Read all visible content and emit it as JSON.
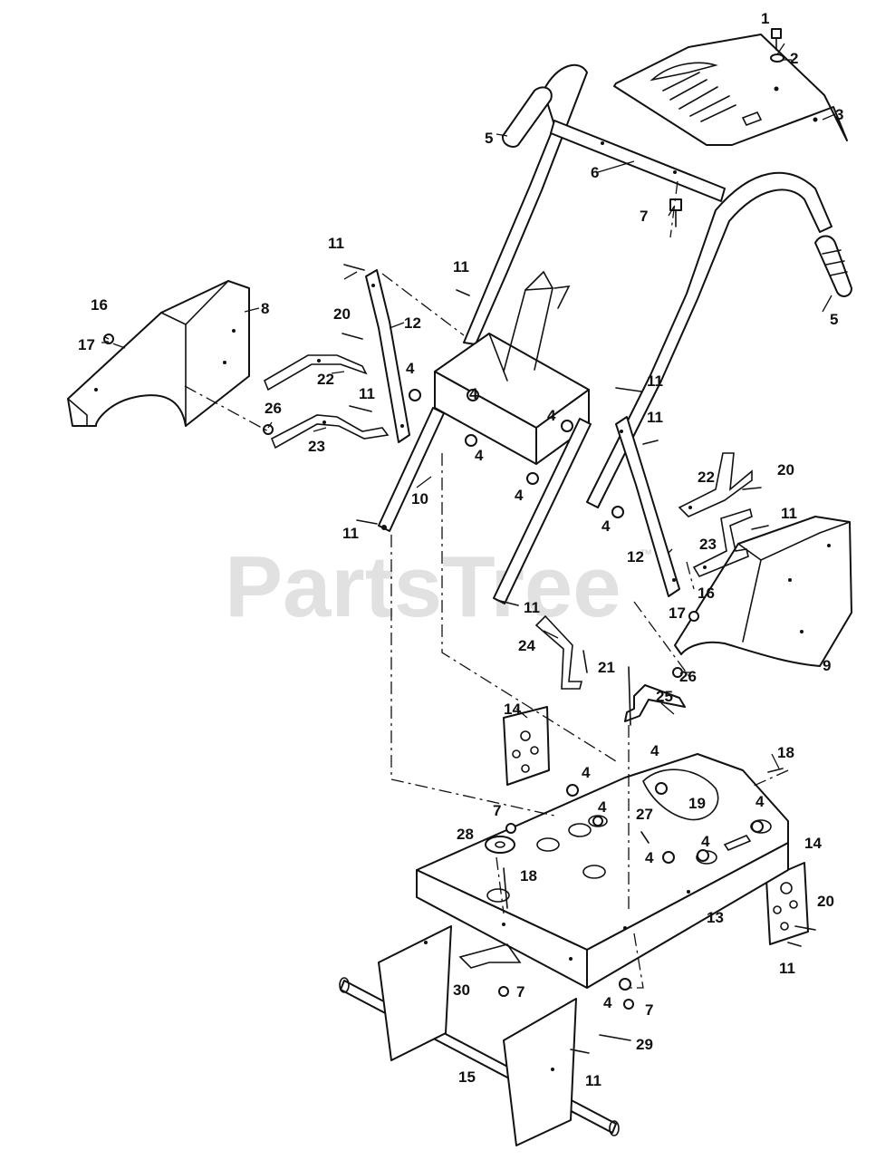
{
  "watermark": {
    "text": "PartsTree",
    "trademark": "™"
  },
  "callouts": {
    "c1": "1",
    "c2": "2",
    "c3": "3",
    "c5a": "5",
    "c5b": "5",
    "c6": "6",
    "c7a": "7",
    "c8": "8",
    "c9": "9",
    "c10": "10",
    "c11a": "11",
    "c11b": "11",
    "c11c": "11",
    "c11d": "11",
    "c11e": "11",
    "c11f": "11",
    "c11g": "11",
    "c11h": "11",
    "c11i": "11",
    "c12a": "12",
    "c12b": "12",
    "c16a": "16",
    "c17a": "17",
    "c16b": "16",
    "c17b": "17",
    "c20a": "20",
    "c20b": "20",
    "c20c": "20",
    "c22a": "22",
    "c22b": "22",
    "c23a": "23",
    "c23b": "23",
    "c26a": "26",
    "c26b": "26",
    "c4a": "4",
    "c4b": "4",
    "c4c": "4",
    "c4d": "4",
    "c4e": "4",
    "c4f": "4",
    "c4g": "4",
    "c4h": "4",
    "c4i": "4",
    "c4j": "4",
    "c4k": "4",
    "c4l": "4",
    "c4m": "4",
    "c24": "24",
    "c21": "21",
    "c25": "25",
    "c14a": "14",
    "c14b": "14",
    "c18a": "18",
    "c18b": "18",
    "c19": "19",
    "c27": "27",
    "c7b": "7",
    "c7c": "7",
    "c7d": "7",
    "c28": "28",
    "c13": "13",
    "c30": "30",
    "c15": "15",
    "c29": "29"
  }
}
